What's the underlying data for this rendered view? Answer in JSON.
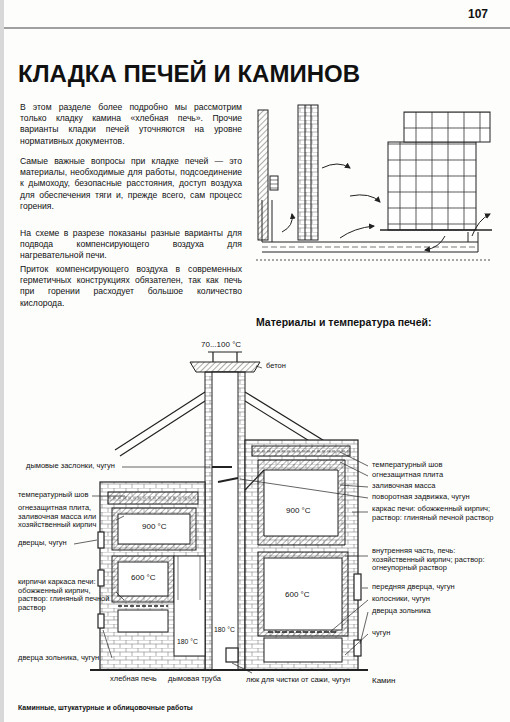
{
  "diagram": {
    "title": "КЛАДКА ПЕЧЕЙ И КАМИНОВ",
    "labels": [
      "107",
      "В этом разделе более подробно мы рассмотрим только кладку камина «хлебная печь». Прочие варианты кладки печей уточняются на уровне нормативных документов.",
      "Самые важные вопросы при кладке печей — это материалы, необходимые для работы, подсоединение к дымоходу, безопасные расстояния, доступ воздуха для обеспечения тяги и, прежде всего, сам процесс горения.",
      "На схеме в разрезе показаны разные варианты для подвода компенсирующего воздуха для нагревательной печи.",
      "Приток компенсирующего воздуха в современных герметичных конструкциях обязателен, так как печь при горении расходует большое количество кислорода.",
      "Материалы и температура печей:",
      "70...100 °C",
      "бетон",
      "дымовые заслонки, чугун",
      "температурный шов",
      "огнезащитная плита, заливочная масса или хозяйственный кирпич",
      "900 °C",
      "дверцы, чугун",
      "600 °C",
      "кирпичи каркаса печи: обожженный кирпич, раствор: глиняный печной раствор",
      "180 °C",
      "180 °C",
      "дверца зольника, чугун",
      "хлебная печь",
      "дымовая труба",
      "люк для чистки от сажи, чугун",
      "Камин",
      "температурный шов",
      "огнезащитная плита",
      "заливочная масса",
      "900 °C",
      "поворотная задвижка, чугун",
      "каркас печи: обожженный кирпич; раствор: глиняный печной раствор",
      "внутренняя часть, печь: хозяйственный кирпич; раствор: огнеупорный раствор",
      "600 °C",
      "передняя дверца, чугун",
      "колосники, чугун",
      "дверца зольника",
      "чугун",
      "Каминные, штукатурные и облицовочные работы"
    ]
  }
}
